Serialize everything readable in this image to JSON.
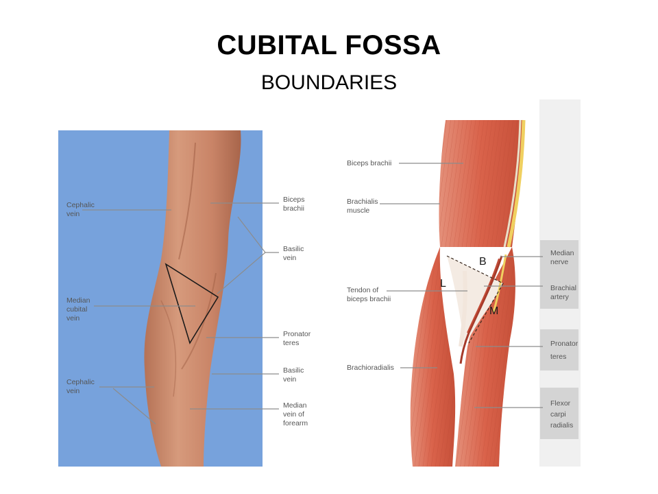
{
  "slide": {
    "title": "CUBITAL FOSSA",
    "subtitle": "BOUNDARIES"
  },
  "left_figure": {
    "labels": {
      "cephalic_vein_upper": [
        "Cephalic",
        "vein"
      ],
      "median_cubital_vein": [
        "Median",
        "cubital",
        "vein"
      ],
      "cephalic_vein_lower": [
        "Cephalic",
        "vein"
      ],
      "biceps_brachii": [
        "Biceps",
        "brachii"
      ],
      "basilic_vein_upper": [
        "Basilic",
        "vein"
      ],
      "pronator_teres": [
        "Pronator",
        "teres"
      ],
      "basilic_vein_lower": [
        "Basilic",
        "vein"
      ],
      "median_vein_of_forearm": [
        "Median",
        "vein of",
        "forearm"
      ]
    }
  },
  "right_figure": {
    "labels": {
      "biceps_brachii": [
        "Biceps brachii"
      ],
      "brachialis_muscle": [
        "Brachialis",
        "muscle"
      ],
      "tendon_of_biceps_brachii": [
        "Tendon of",
        "biceps brachii"
      ],
      "brachioradialis": [
        "Brachioradialis"
      ],
      "median_nerve": [
        "Median",
        "nerve"
      ],
      "brachial_artery": [
        "Brachial",
        "artery"
      ],
      "pronator_teres": [
        "Pronator",
        "teres"
      ],
      "flexor_carpi_radialis": [
        "Flexor",
        "carpi",
        "radialis"
      ]
    },
    "boundary_letters": {
      "base": "B",
      "lateral": "L",
      "medial": "M"
    }
  },
  "colors": {
    "background": "#ffffff",
    "left_bg": "#7ea9e0",
    "skin": "#c98c6e",
    "muscle": "#d9624a",
    "tendon": "#f2e6dc",
    "nerve": "#f0d060",
    "leader_line": "#8c8c8c"
  }
}
